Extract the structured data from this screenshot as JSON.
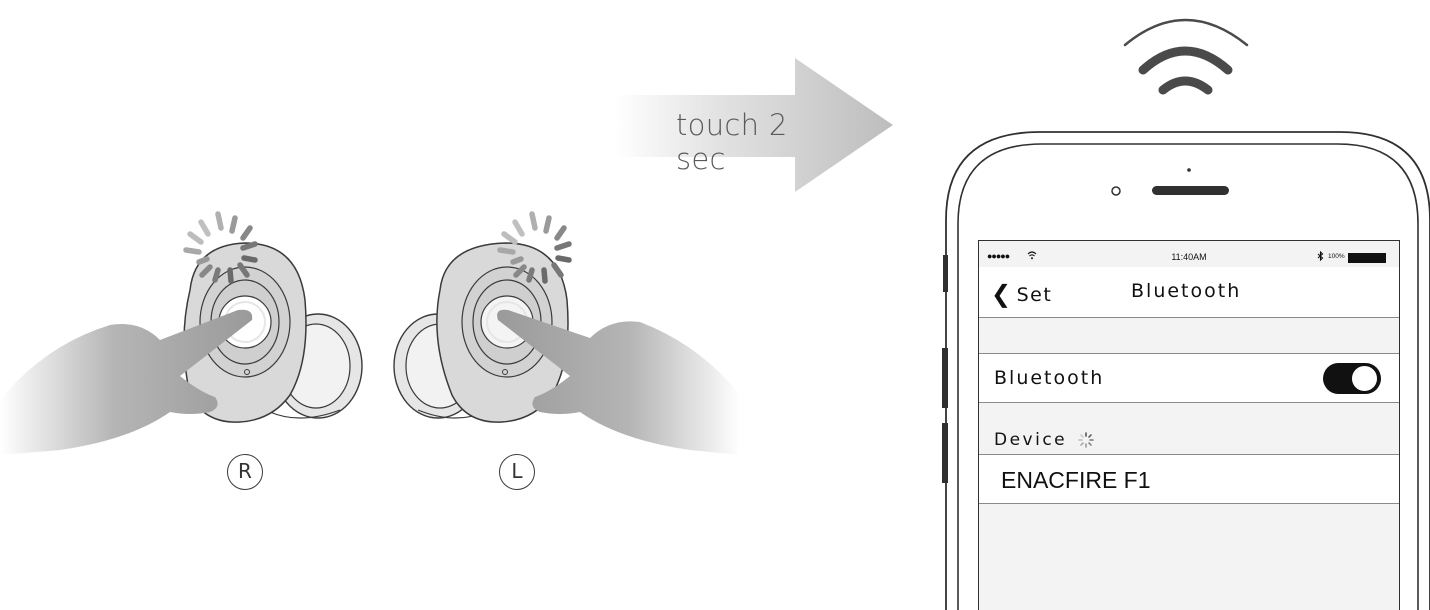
{
  "arrow": {
    "label": "touch 2 sec"
  },
  "earbuds": {
    "right_badge": "R",
    "left_badge": "L"
  },
  "phone": {
    "status": {
      "signal": "●●●●●",
      "time": "11:40AM",
      "battery_pct": "100%"
    },
    "nav": {
      "back_label": "Set",
      "title": "Bluetooth"
    },
    "bluetooth_row": {
      "label": "Bluetooth",
      "toggle_on": true
    },
    "device_section": {
      "label": "Device"
    },
    "device_row": {
      "name": "ENACFIRE F1"
    }
  },
  "colors": {
    "outline": "#303030",
    "earbud_fill": "#d9d9d9",
    "arrow": "#c9c9c9",
    "screen_bg": "#f3f3f3"
  }
}
